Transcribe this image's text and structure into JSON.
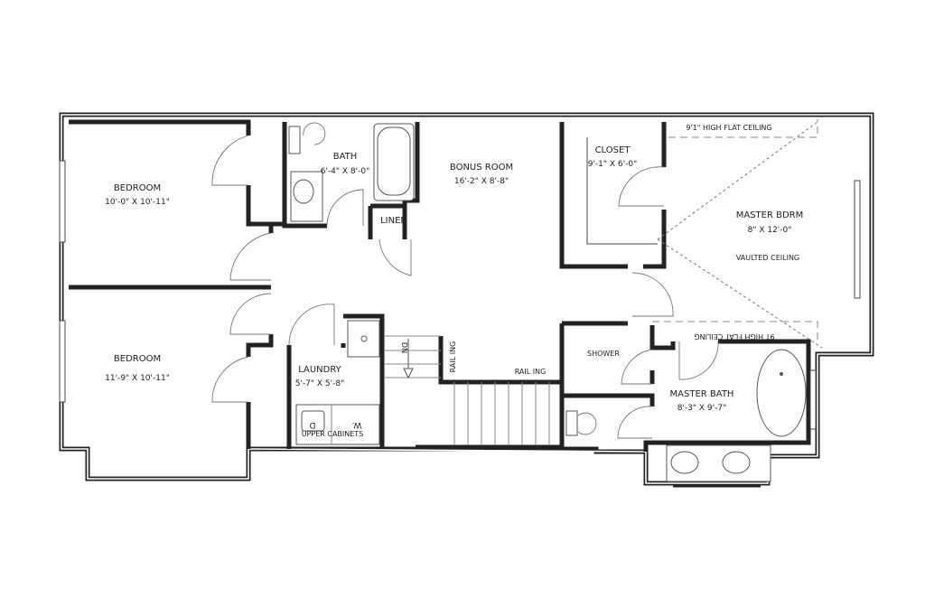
{
  "rooms": {
    "bedroom_1": {
      "name": "BEDROOM",
      "size": "10'-0\" X 10'-11\""
    },
    "bedroom_2": {
      "name": "BEDROOM",
      "size": "11'-9\" X 10'-11\""
    },
    "bath": {
      "name": "BATH",
      "size": "6'-4\" X 8'-0\""
    },
    "bonus_room": {
      "name": "BONUS ROOM",
      "size": "16'-2\" X 8'-8\""
    },
    "linen": {
      "name": "LINEN"
    },
    "closet": {
      "name": "CLOSET",
      "size": "9'-1\" X 6'-0\""
    },
    "master_bdrm": {
      "name": "MASTER BDRM",
      "size": "8\" X 12'-0\"",
      "note": "VAULTED CEILING"
    },
    "laundry": {
      "name": "LAUNDRY",
      "size": "5'-7\" X 5'-8\"",
      "cabinets": "UPPER CABINETS",
      "dryer": "D",
      "washer": "W."
    },
    "shower": {
      "name": "SHOWER"
    },
    "master_bath": {
      "name": "MASTER BATH",
      "size": "8'-3\" X 9'-7\""
    }
  },
  "annotations": {
    "ceiling_top": "9'1\" HIGH FLAT CEILING",
    "ceiling_bottom": "9T HIGH FLAT CEILING",
    "stairs_down": "DN",
    "railing_vertical": "RAIL ING",
    "railing_horizontal": "RAIL ING"
  }
}
